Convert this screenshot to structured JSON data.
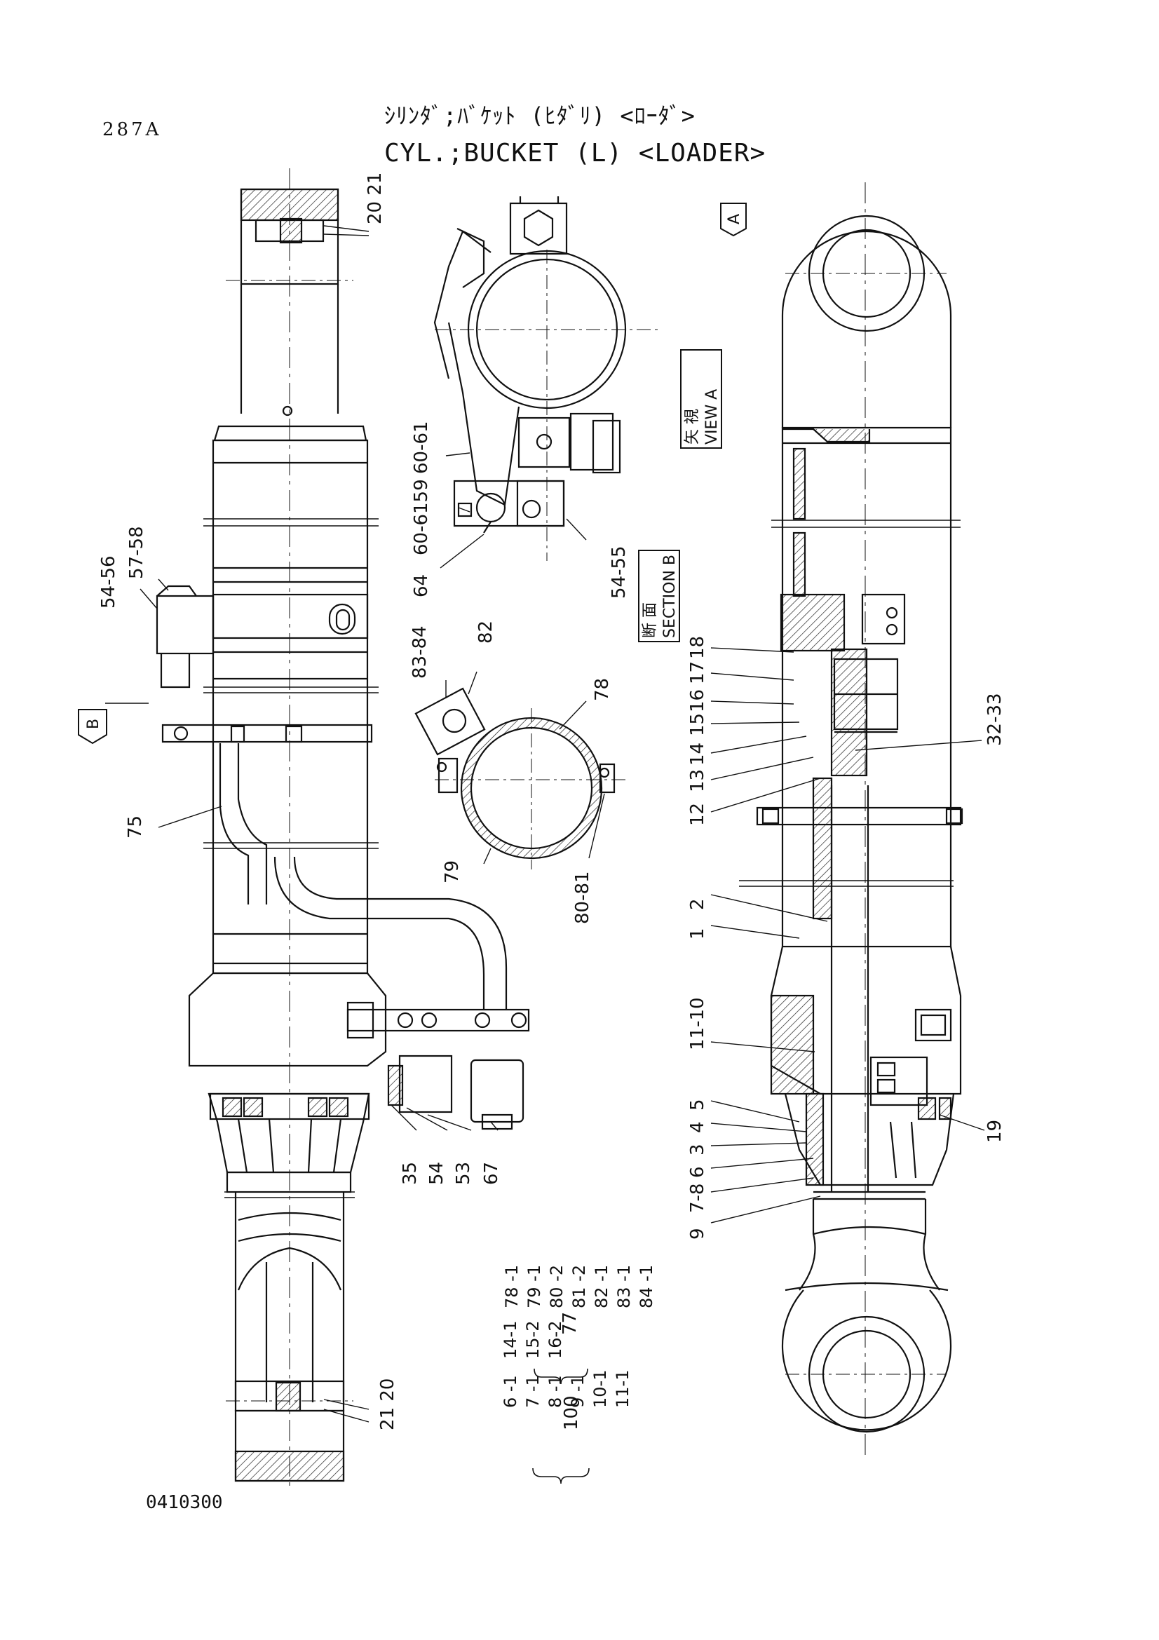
{
  "header": {
    "page_number": "287A",
    "title_jp": "ｼﾘﾝﾀﾞ;ﾊﾞｹｯﾄ (ﾋﾀﾞﾘ) <ﾛｰﾀﾞ>",
    "title_en": "CYL.;BUCKET (L) <LOADER>"
  },
  "footer": {
    "drawing_number": "0410300"
  },
  "views": {
    "view_a_arrow": "A",
    "view_a_label_jp": "矢 視",
    "view_a_label_en": "VIEW A",
    "section_b_arrow": "B",
    "section_b_label_jp": "断 面",
    "section_b_label_en": "SECTION B"
  },
  "callouts": {
    "left": [
      "20 21",
      "54-56",
      "57-58",
      "75",
      "35",
      "54",
      "53",
      "67",
      "21 20"
    ],
    "top_center": [
      "60-61",
      "60-6159",
      "64",
      "54-55"
    ],
    "section": [
      "83-84",
      "82",
      "78",
      "79",
      "80-81"
    ],
    "right": [
      "18",
      "17",
      "16",
      "15",
      "14",
      "13",
      "12",
      "32-33",
      "2",
      "1",
      "11-10",
      "5",
      "4",
      "3",
      "6",
      "7-8",
      "9",
      "19"
    ]
  },
  "kits": {
    "kit_77": {
      "number": "77",
      "items": [
        "78 -1",
        "79 -1",
        "80 -2",
        "81 -2",
        "82 -1",
        "83 -1",
        "84 -1"
      ]
    },
    "kit_100": {
      "number": "100",
      "col1": [
        "6 -1",
        "7 -1",
        "8 -1",
        "9 -1",
        "10-1",
        "11-1"
      ],
      "col2": [
        "14-1",
        "15-2",
        "16-2"
      ]
    }
  }
}
